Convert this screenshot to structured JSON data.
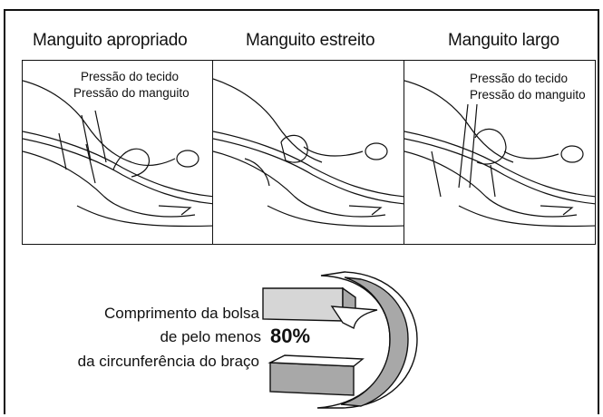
{
  "panels": [
    {
      "title": "Manguito apropriado",
      "label_tissue": "Pressão do tecido",
      "label_cuff": "Pressão do manguito"
    },
    {
      "title": "Manguito estreito"
    },
    {
      "title": "Manguito largo",
      "label_tissue": "Pressão do tecido",
      "label_cuff": "Pressão do manguito"
    }
  ],
  "bladder": {
    "caption_line1": "Comprimento da bolsa",
    "caption_line2": "de pelo menos",
    "caption_line3": "da circunferência do braço",
    "percent": "80%"
  },
  "colors": {
    "stroke": "#111111",
    "cuff_fill": "#a8a8a8",
    "cuff_light": "#d6d6d6",
    "background": "#ffffff"
  }
}
